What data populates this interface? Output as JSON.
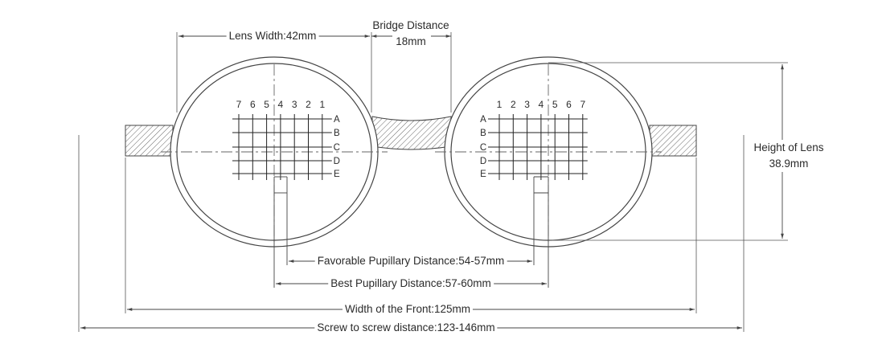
{
  "labels": {
    "lens_width": "Lens Width:42mm",
    "bridge_title": "Bridge Distance",
    "bridge_value": "18mm",
    "height_title": "Height of Lens",
    "height_value": "38.9mm",
    "favorable_pd": "Favorable Pupillary Distance:54-57mm",
    "best_pd": "Best Pupillary Distance:57-60mm",
    "front_width": "Width of the Front:125mm",
    "screw_distance": "Screw to screw distance:123-146mm"
  },
  "grid": {
    "left_columns": [
      "7",
      "6",
      "5",
      "4",
      "3",
      "2",
      "1"
    ],
    "right_columns": [
      "1",
      "2",
      "3",
      "4",
      "5",
      "6",
      "7"
    ],
    "rows": [
      "A",
      "B",
      "C",
      "D",
      "E"
    ]
  },
  "colors": {
    "line": "#444444",
    "text": "#2b2b2b",
    "hatch": "#666666"
  }
}
